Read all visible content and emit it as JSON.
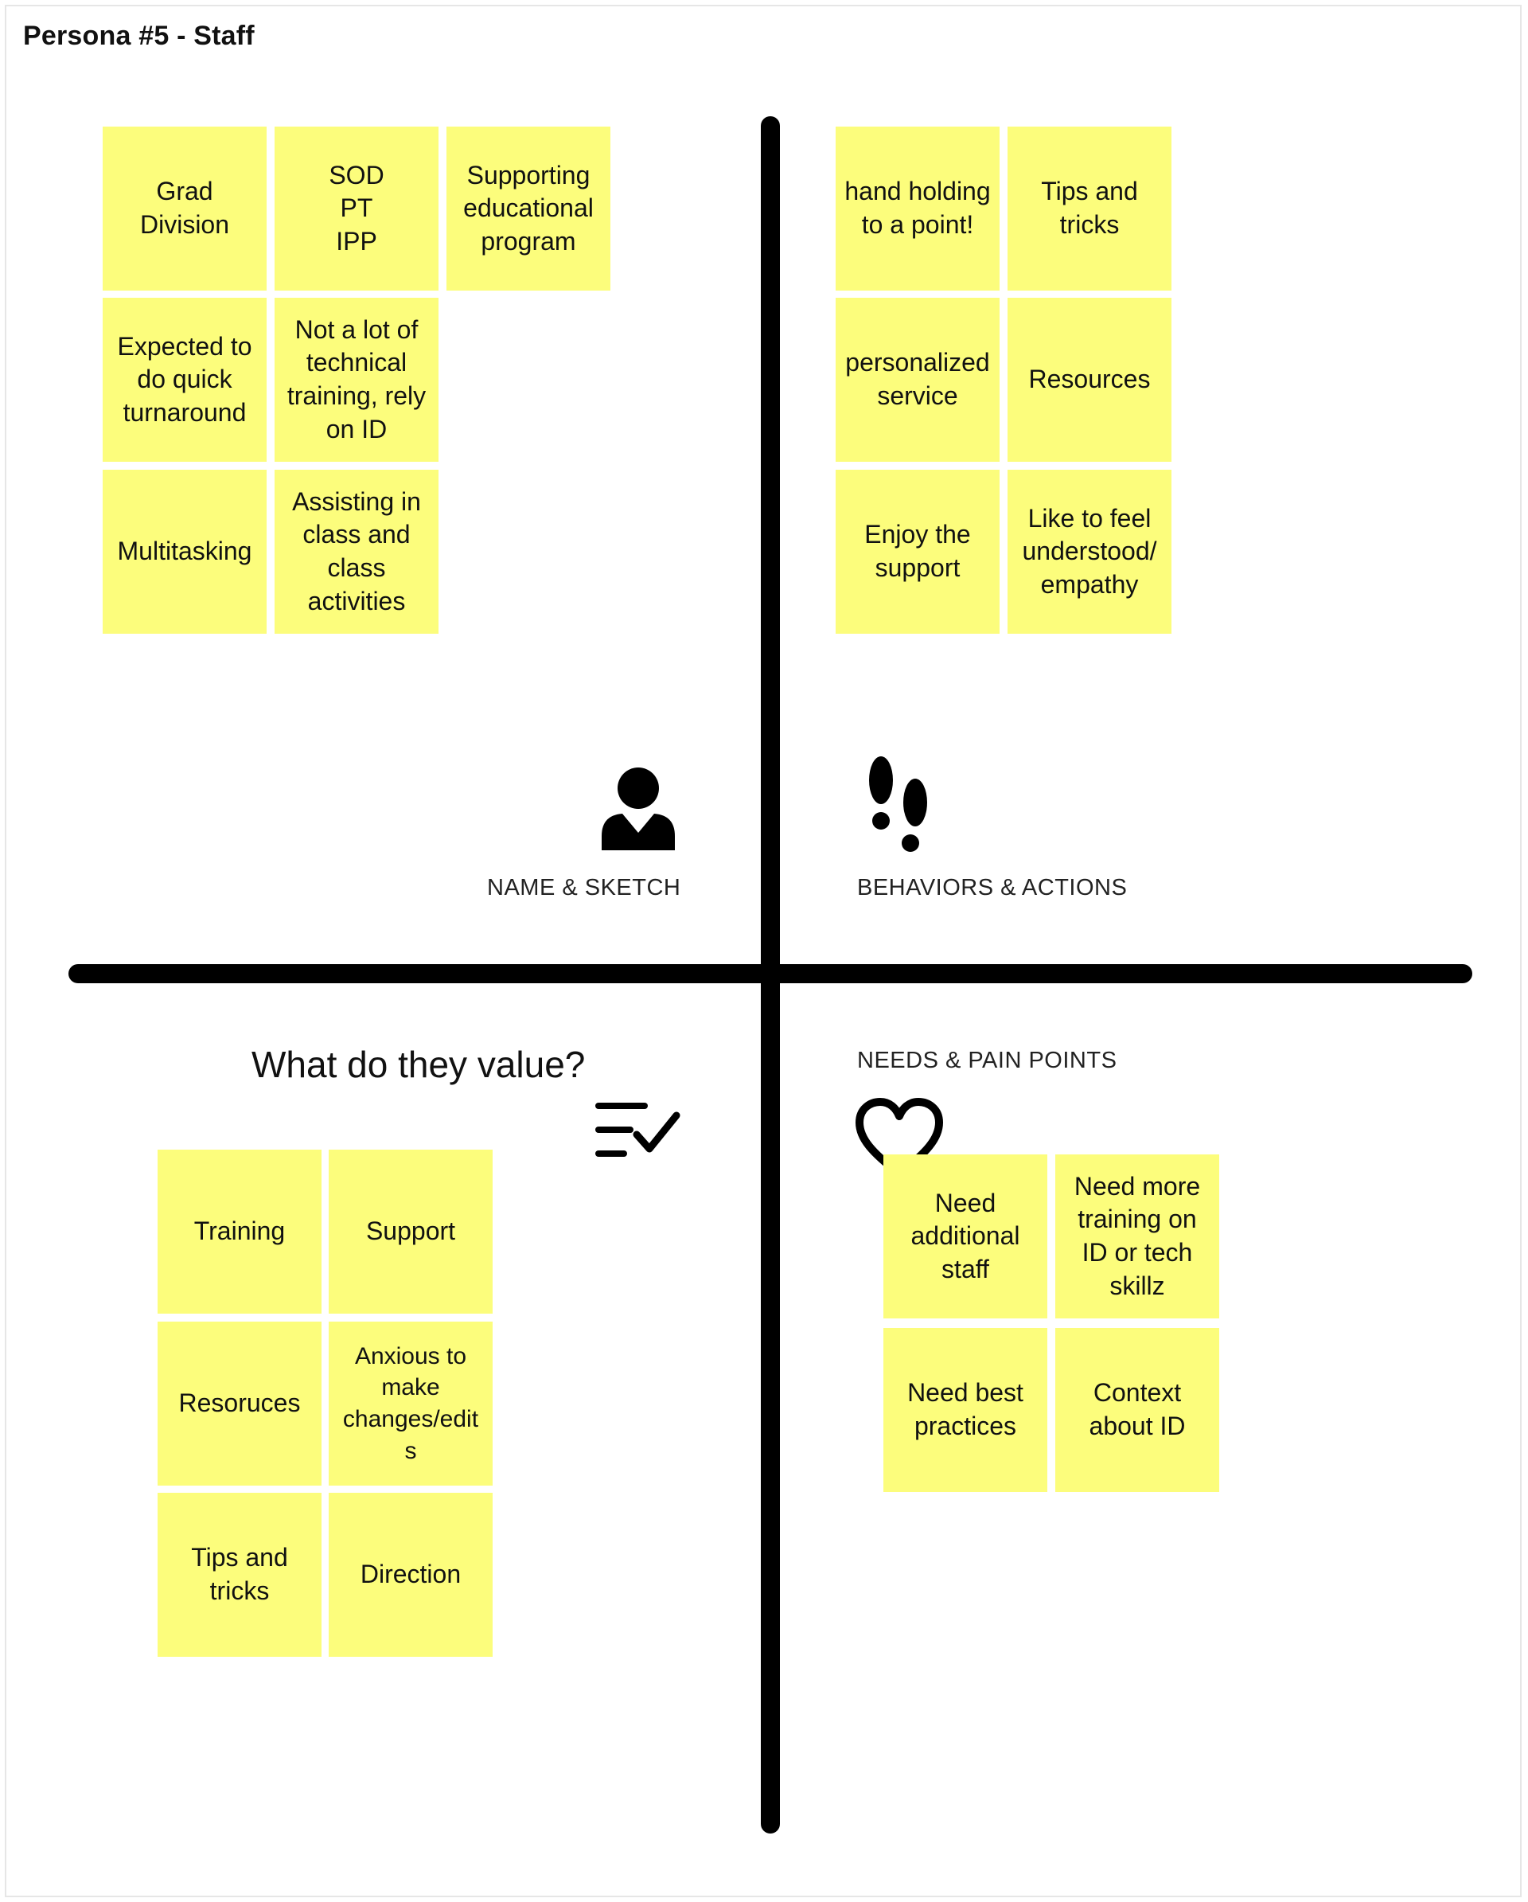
{
  "board": {
    "title": "Persona #5 - Staff"
  },
  "quadrants": {
    "name_sketch": {
      "label": "NAME & SKETCH",
      "icon": "person-icon",
      "notes": [
        "Grad\nDivision",
        "SOD\nPT\nIPP",
        "Supporting\neducational\nprogram",
        "Expected to\ndo quick\nturnaround",
        "Not a lot of\ntechnical\ntraining, rely\non ID",
        "Multitasking",
        "Assisting in\nclass and\nclass\nactivities"
      ]
    },
    "behaviors_actions": {
      "label": "BEHAVIORS & ACTIONS",
      "icon": "footprints-icon",
      "notes": [
        "hand holding\nto a point!",
        "Tips and\ntricks",
        "personalized\nservice",
        "Resources",
        "Enjoy the\nsupport",
        "Like to feel\nunderstood/\nempathy"
      ]
    },
    "values": {
      "label": "What do they value?",
      "icon": "checklist-icon",
      "notes": [
        "Training",
        "Support",
        "Resoruces",
        "Anxious to\nmake\nchanges/edit\ns",
        "Tips and\ntricks",
        "Direction"
      ]
    },
    "needs_pain_points": {
      "label": "NEEDS & PAIN POINTS",
      "icon": "heart-icon",
      "notes": [
        "Need\nadditional\nstaff",
        "Need more\ntraining on\nID or tech\nskillz",
        "Need best\npractices",
        "Context\nabout ID"
      ]
    }
  },
  "colors": {
    "sticky_note": "#fcfd7c",
    "axis": "#000000",
    "background": "#ffffff"
  }
}
